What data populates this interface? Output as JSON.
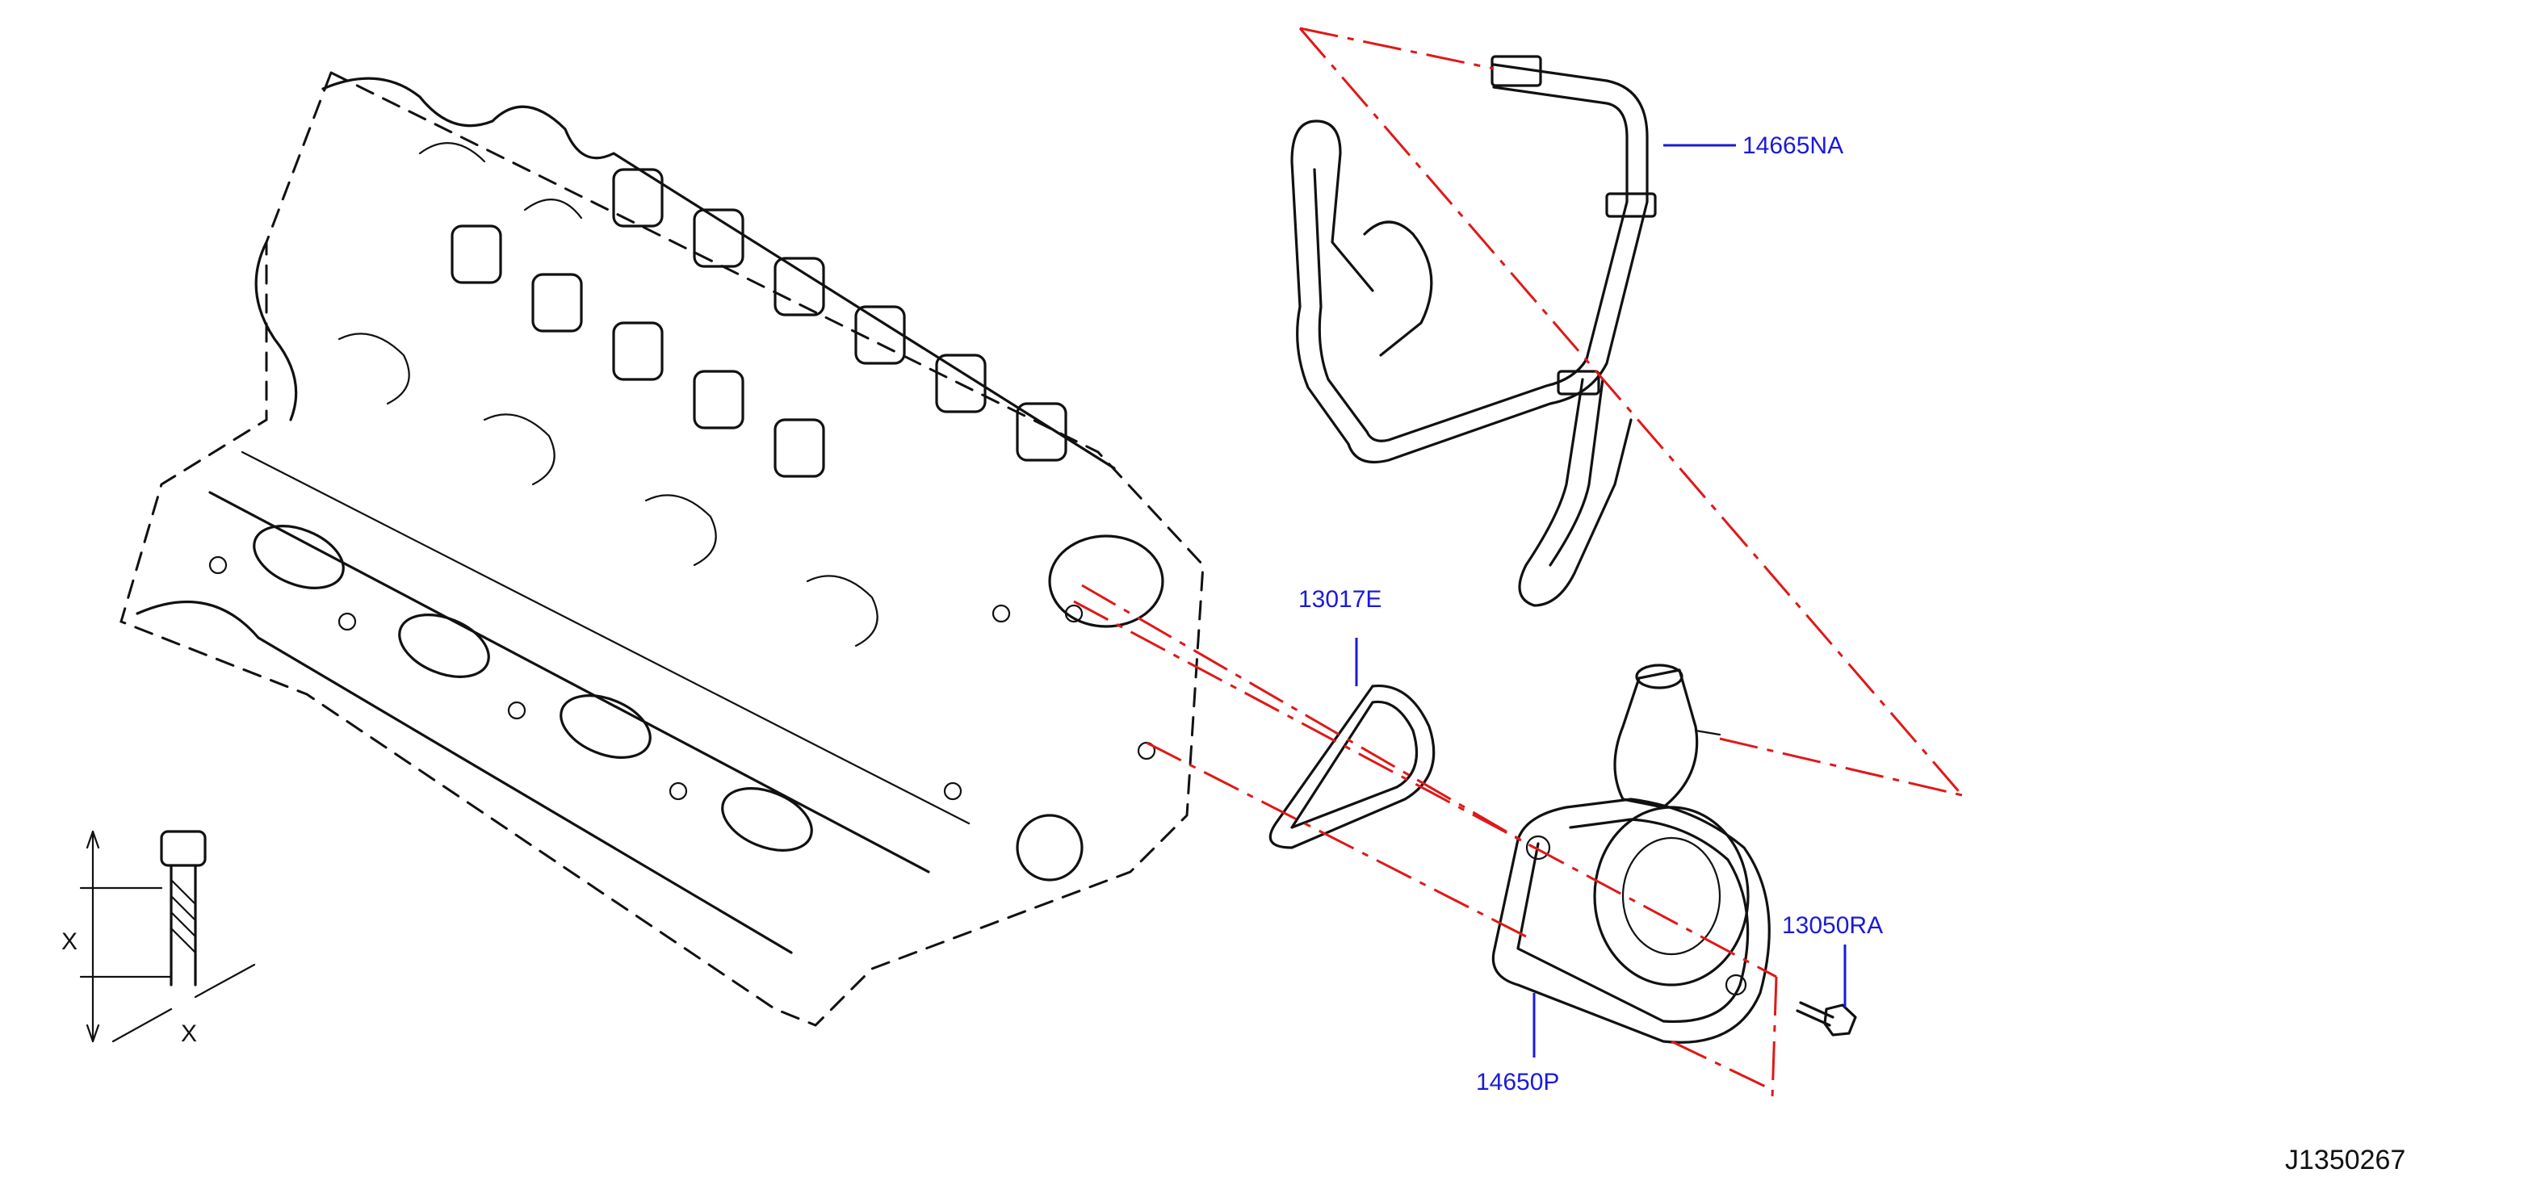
{
  "parts": {
    "tube": "14665NA",
    "gasket": "13017E",
    "bolt": "13050RA",
    "pump": "14650P"
  },
  "dimension": {
    "length_symbol": "X",
    "diameter_symbol": "X"
  },
  "diagram_code": "J1350267",
  "colors": {
    "callout": "#1a1adb",
    "alignment_line": "#e01818",
    "line_art": "#111111"
  }
}
